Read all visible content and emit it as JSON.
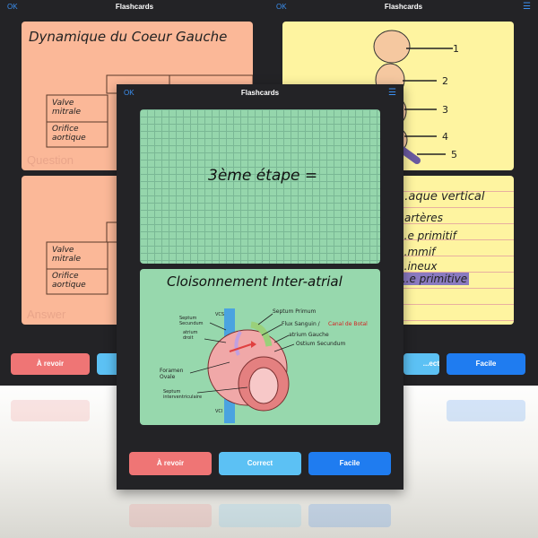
{
  "app": {
    "title": "Flashcards",
    "ok_label": "OK",
    "menu_icon": "menu-icon"
  },
  "left_window": {
    "question_heading": "Dynamique du Coeur Gauche",
    "table_cells": [
      "Valve mitrale",
      "Orifice aortique"
    ],
    "question_label": "Question",
    "answer_label": "Answer",
    "buttons": {
      "revoir": "À revoir"
    }
  },
  "right_window": {
    "labels": [
      "1",
      "2",
      "3",
      "4",
      "5"
    ],
    "answer_heading": "...aque vertical",
    "answer_lines": [
      "artères",
      "...e primitif",
      "...mmif",
      "...ineux",
      "...e primitive"
    ],
    "buttons": {
      "correct": "...ect",
      "facile": "Facile"
    }
  },
  "main_window": {
    "question_text": "3ème étape =",
    "answer_heading": "Cloisonnement Inter-atrial",
    "diagram_labels": {
      "vcs": "VCS",
      "septum_secundum": "Septum Secundum",
      "atrium_droit": "atrium droit",
      "septum_primum": "Septum Primum",
      "flux_sanguin": "Flux Sanguin /",
      "canal_botal": "Canal de Botal",
      "atrium_gauche": "atrium Gauche",
      "ostium_secundum": "Ostium Secundum",
      "foramen_ovale": "Foramen Ovale",
      "septum_inter": "Septum interventriculaire",
      "vci": "VCI"
    },
    "buttons": {
      "revoir": "À revoir",
      "correct": "Correct",
      "facile": "Facile"
    }
  },
  "colors": {
    "revoir": "#ef7575",
    "correct": "#5cc1f4",
    "facile": "#1f7cf0",
    "orange_card": "#fbb898",
    "yellow_card": "#fef4a0",
    "green_card": "#97d8ad"
  }
}
